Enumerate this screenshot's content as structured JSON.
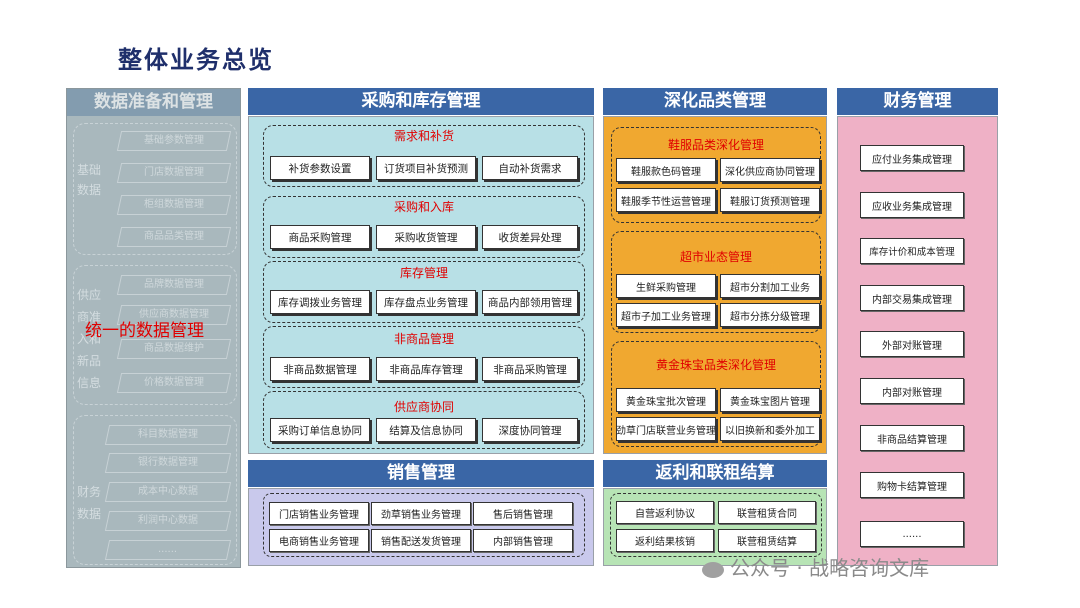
{
  "title": "整体业务总览",
  "data_prep": {
    "header": "数据准备和管理",
    "groups": [
      {
        "label_lines": [
          "基础",
          "数据"
        ],
        "items": [
          "基础参数管理",
          "门店数据管理",
          "柜组数据管理",
          "商品品类管理"
        ]
      },
      {
        "label_lines": [
          "供应",
          "商准",
          "入和",
          "新品",
          "信息"
        ],
        "items": [
          "品牌数据管理",
          "供应商数据管理",
          "商品数据维护",
          "价格数据管理"
        ]
      },
      {
        "label_lines": [
          "财务",
          "数据"
        ],
        "items": [
          "科目数据管理",
          "银行数据管理",
          "成本中心数据",
          "利润中心数据",
          "......"
        ]
      }
    ],
    "overlay": "统一的数据管理"
  },
  "procurement": {
    "header": "采购和库存管理",
    "sections": [
      {
        "title": "需求和补货",
        "items": [
          "补货参数设置",
          "订货项目补货预测",
          "自动补货需求"
        ]
      },
      {
        "title": "采购和入库",
        "items": [
          "商品采购管理",
          "采购收货管理",
          "收货差异处理"
        ]
      },
      {
        "title": "库存管理",
        "items": [
          "库存调拨业务管理",
          "库存盘点业务管理",
          "商品内部领用管理"
        ]
      },
      {
        "title": "非商品管理",
        "items": [
          "非商品数据管理",
          "非商品库存管理",
          "非商品采购管理"
        ]
      },
      {
        "title": "供应商协同",
        "items": [
          "采购订单信息协同",
          "结算及信息协同",
          "深度协同管理"
        ]
      }
    ]
  },
  "sales": {
    "header": "销售管理",
    "items": [
      "门店销售业务管理",
      "劲草销售业务管理",
      "售后销售管理",
      "电商销售业务管理",
      "销售配送发货管理",
      "内部销售管理"
    ]
  },
  "category": {
    "header": "深化品类管理",
    "sections": [
      {
        "title": "鞋服品类深化管理",
        "items": [
          "鞋服款色码管理",
          "深化供应商协同管理",
          "鞋服季节性运营管理",
          "鞋服订货预测管理"
        ]
      },
      {
        "title": "超市业态管理",
        "items": [
          "生鲜采购管理",
          "超市分割加工业务",
          "超市子加工业务管理",
          "超市分拣分级管理"
        ]
      },
      {
        "title": "黄金珠宝品类深化管理",
        "items": [
          "黄金珠宝批次管理",
          "黄金珠宝图片管理",
          "劲草门店联营业务管理",
          "以旧换新和委外加工"
        ]
      }
    ]
  },
  "rebate": {
    "header": "返利和联租结算",
    "items": [
      "自营返利协议",
      "联营租赁合同",
      "返利结果核销",
      "联营租赁结算"
    ]
  },
  "finance": {
    "header": "财务管理",
    "items": [
      "应付业务集成管理",
      "应收业务集成管理",
      "库存计价和成本管理",
      "内部交易集成管理",
      "外部对账管理",
      "内部对账管理",
      "非商品结算管理",
      "购物卡结算管理",
      "......"
    ]
  },
  "watermark": "公众号 · 战略咨询文库",
  "colors": {
    "header_blue": "#3a66a6",
    "section_red": "#e00000",
    "procure_bg": "#b8e0e6",
    "category_bg": "#f0a830",
    "sales_bg": "#c9c9ec",
    "rebate_bg": "#b7e4b5",
    "finance_bg": "#efb1c6",
    "data_prep_bg": "#a9b8bd"
  }
}
